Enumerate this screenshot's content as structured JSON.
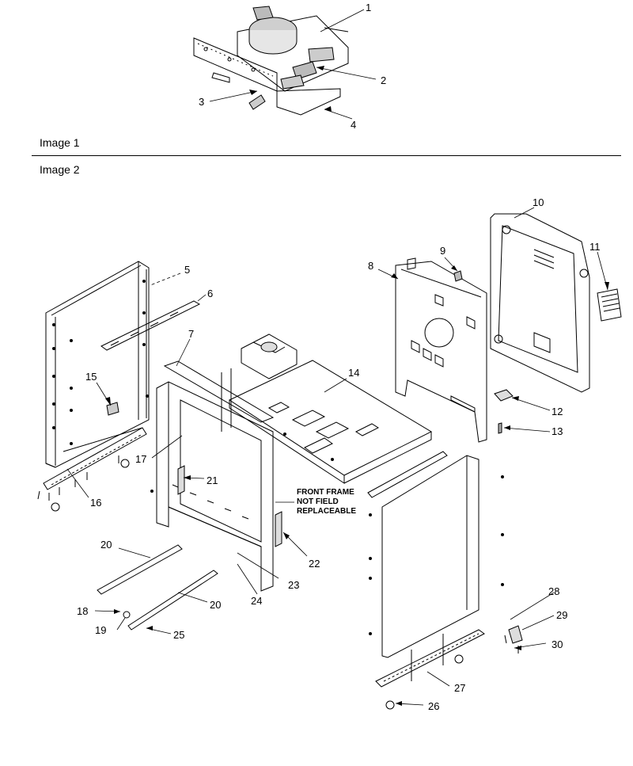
{
  "headings": {
    "image1": "Image 1",
    "image2": "Image 2"
  },
  "callouts": {
    "c1": "1",
    "c2": "2",
    "c3": "3",
    "c4": "4",
    "c5": "5",
    "c6": "6",
    "c7": "7",
    "c8": "8",
    "c9": "9",
    "c10": "10",
    "c11": "11",
    "c12": "12",
    "c13": "13",
    "c14": "14",
    "c15": "15",
    "c16": "16",
    "c17": "17",
    "c18": "18",
    "c19": "19",
    "c20a": "20",
    "c20b": "20",
    "c21": "21",
    "c22": "22",
    "c23": "23",
    "c24": "24",
    "c25": "25",
    "c26": "26",
    "c27": "27",
    "c28": "28",
    "c29": "29",
    "c30": "30"
  },
  "note": {
    "line1": "FRONT FRAME",
    "line2": "NOT FIELD",
    "line3": "REPLACEABLE"
  }
}
